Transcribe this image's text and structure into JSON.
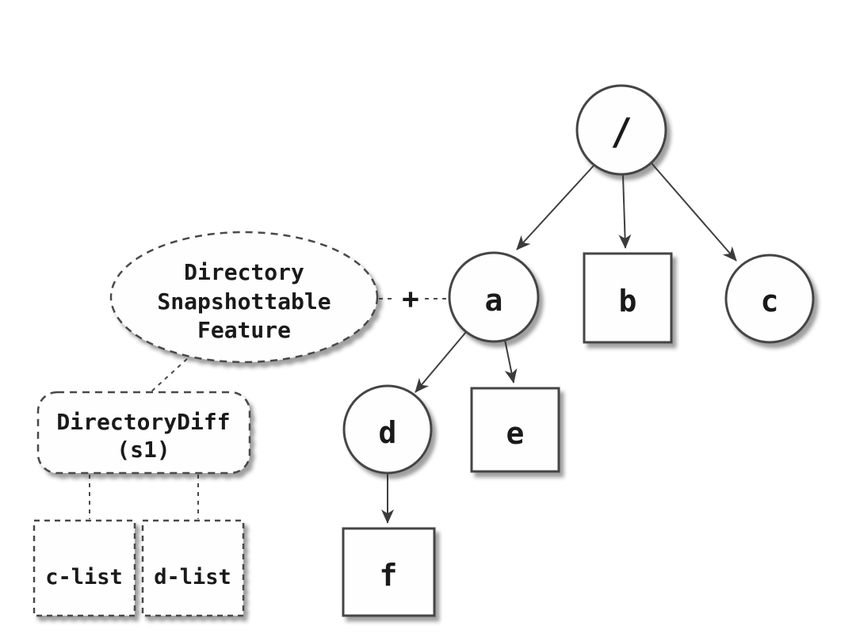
{
  "diagram": {
    "feature_ellipse": {
      "line1": "Directory",
      "line2": "Snapshottable",
      "line3": "Feature"
    },
    "plus_label": "+",
    "diff_box": {
      "title": "DirectoryDiff",
      "snapshot_id": "(s1)"
    },
    "created_list_label": "c-list",
    "deleted_list_label": "d-list",
    "nodes": {
      "root": "/",
      "a": "a",
      "b": "b",
      "c": "c",
      "d": "d",
      "e": "e",
      "f": "f"
    },
    "tree": {
      "circle_nodes": [
        "/",
        "a",
        "c",
        "d"
      ],
      "square_nodes": [
        "b",
        "e",
        "f"
      ],
      "edges": [
        {
          "from": "/",
          "to": "a"
        },
        {
          "from": "/",
          "to": "b"
        },
        {
          "from": "/",
          "to": "c"
        },
        {
          "from": "a",
          "to": "d"
        },
        {
          "from": "a",
          "to": "e"
        },
        {
          "from": "d",
          "to": "f"
        }
      ],
      "dashed_links": [
        {
          "from": "Directory Snapshottable Feature",
          "to": "a",
          "via": "+"
        },
        {
          "from": "Directory Snapshottable Feature",
          "to": "DirectoryDiff (s1)"
        },
        {
          "from": "DirectoryDiff (s1)",
          "to": "c-list"
        },
        {
          "from": "DirectoryDiff (s1)",
          "to": "d-list"
        }
      ]
    },
    "colors": {
      "stroke": "#454545",
      "text": "#1a1a1a",
      "background": "#ffffff"
    }
  }
}
